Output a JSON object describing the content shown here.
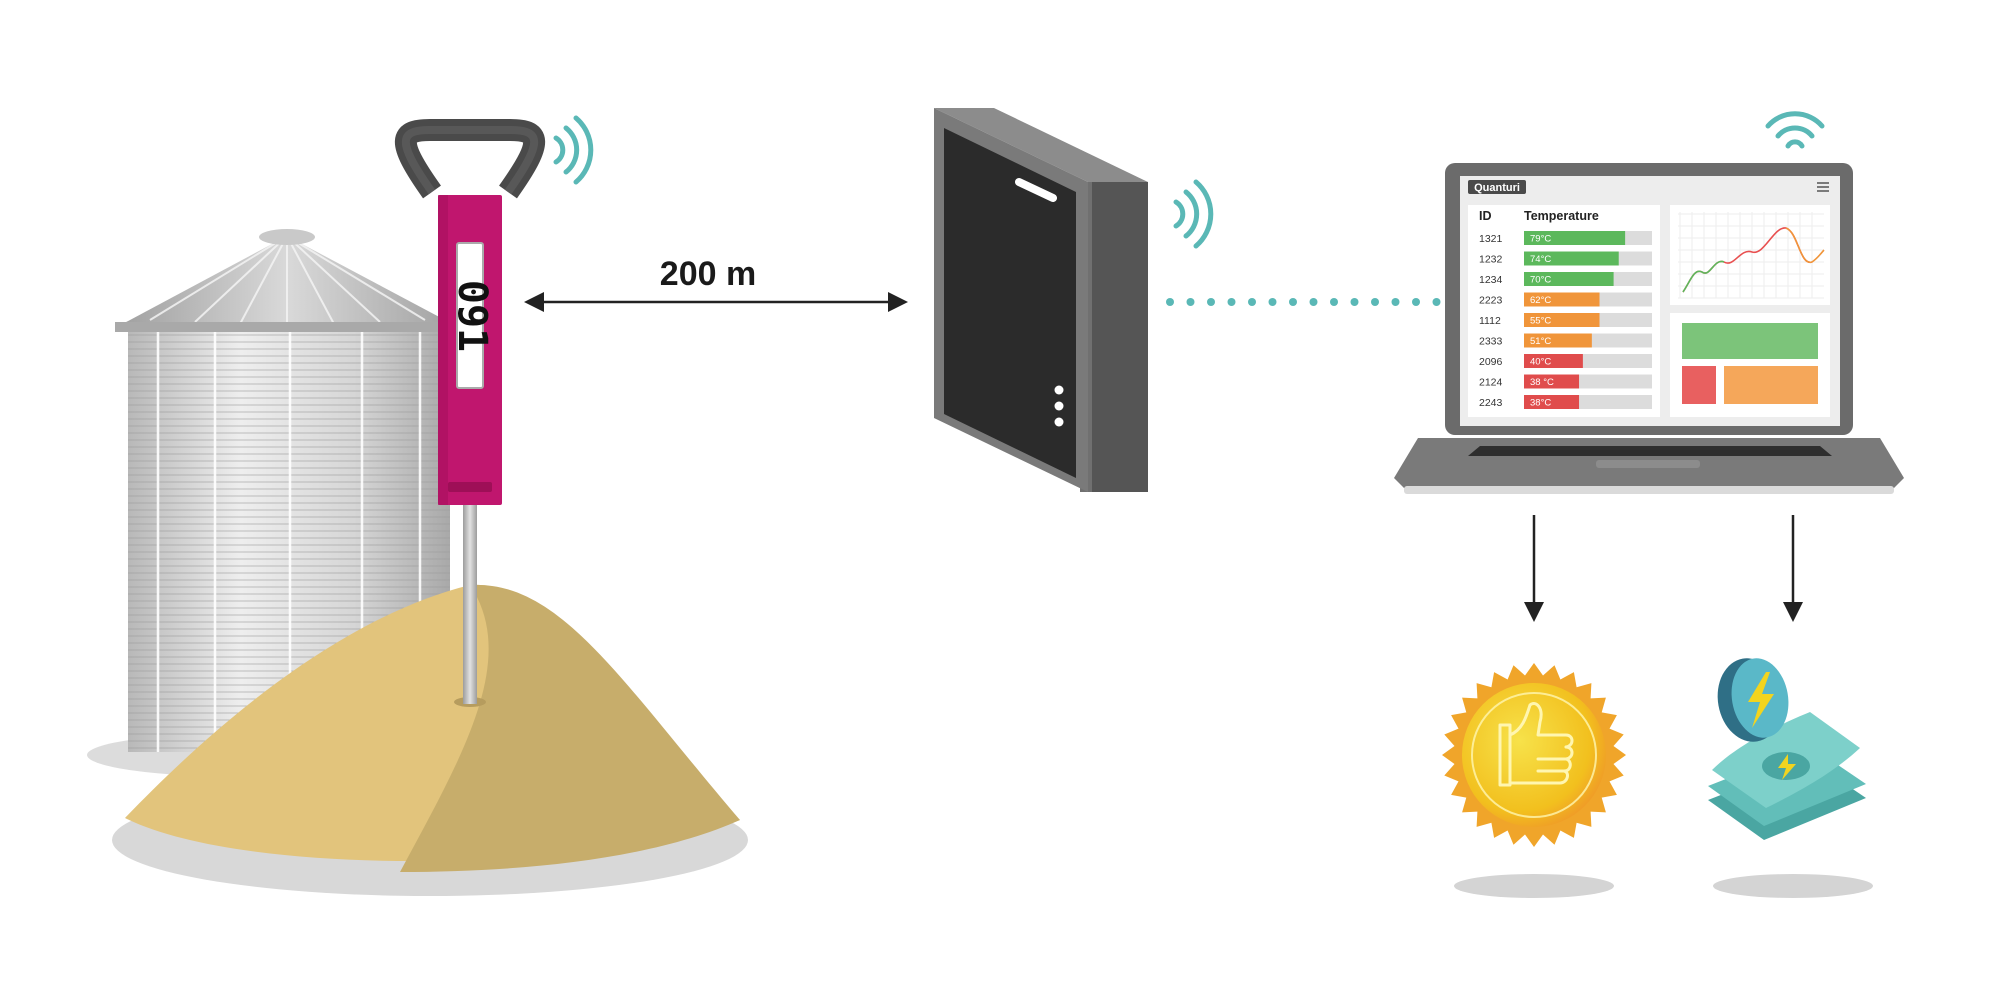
{
  "distance_label": "200 m",
  "probe_id": "091",
  "laptop": {
    "brand": "Quanturi",
    "table_headers": {
      "id": "ID",
      "temperature": "Temperature"
    },
    "rows": [
      {
        "id": "1321",
        "temp": "79°C",
        "fraction": 0.79,
        "color": "#5cb85c"
      },
      {
        "id": "1232",
        "temp": "74°C",
        "fraction": 0.74,
        "color": "#5cb85c"
      },
      {
        "id": "1234",
        "temp": "70°C",
        "fraction": 0.7,
        "color": "#5cb85c"
      },
      {
        "id": "2223",
        "temp": "62°C",
        "fraction": 0.59,
        "color": "#f0953a"
      },
      {
        "id": "1112",
        "temp": "55°C",
        "fraction": 0.59,
        "color": "#f0953a"
      },
      {
        "id": "2333",
        "temp": "51°C",
        "fraction": 0.53,
        "color": "#f0953a"
      },
      {
        "id": "2096",
        "temp": "40°C",
        "fraction": 0.46,
        "color": "#e04c4c"
      },
      {
        "id": "2124",
        "temp": "38 °C",
        "fraction": 0.43,
        "color": "#e04c4c"
      },
      {
        "id": "2243",
        "temp": "38°C",
        "fraction": 0.43,
        "color": "#e04c4c"
      }
    ]
  },
  "colors": {
    "probe": "#c0166e",
    "signal": "#5ab8b6",
    "grain_light": "#e2c47c",
    "grain_dark": "#c7ad6b",
    "green": "#5cb85c",
    "orange": "#f0953a",
    "red": "#e04c4c"
  }
}
